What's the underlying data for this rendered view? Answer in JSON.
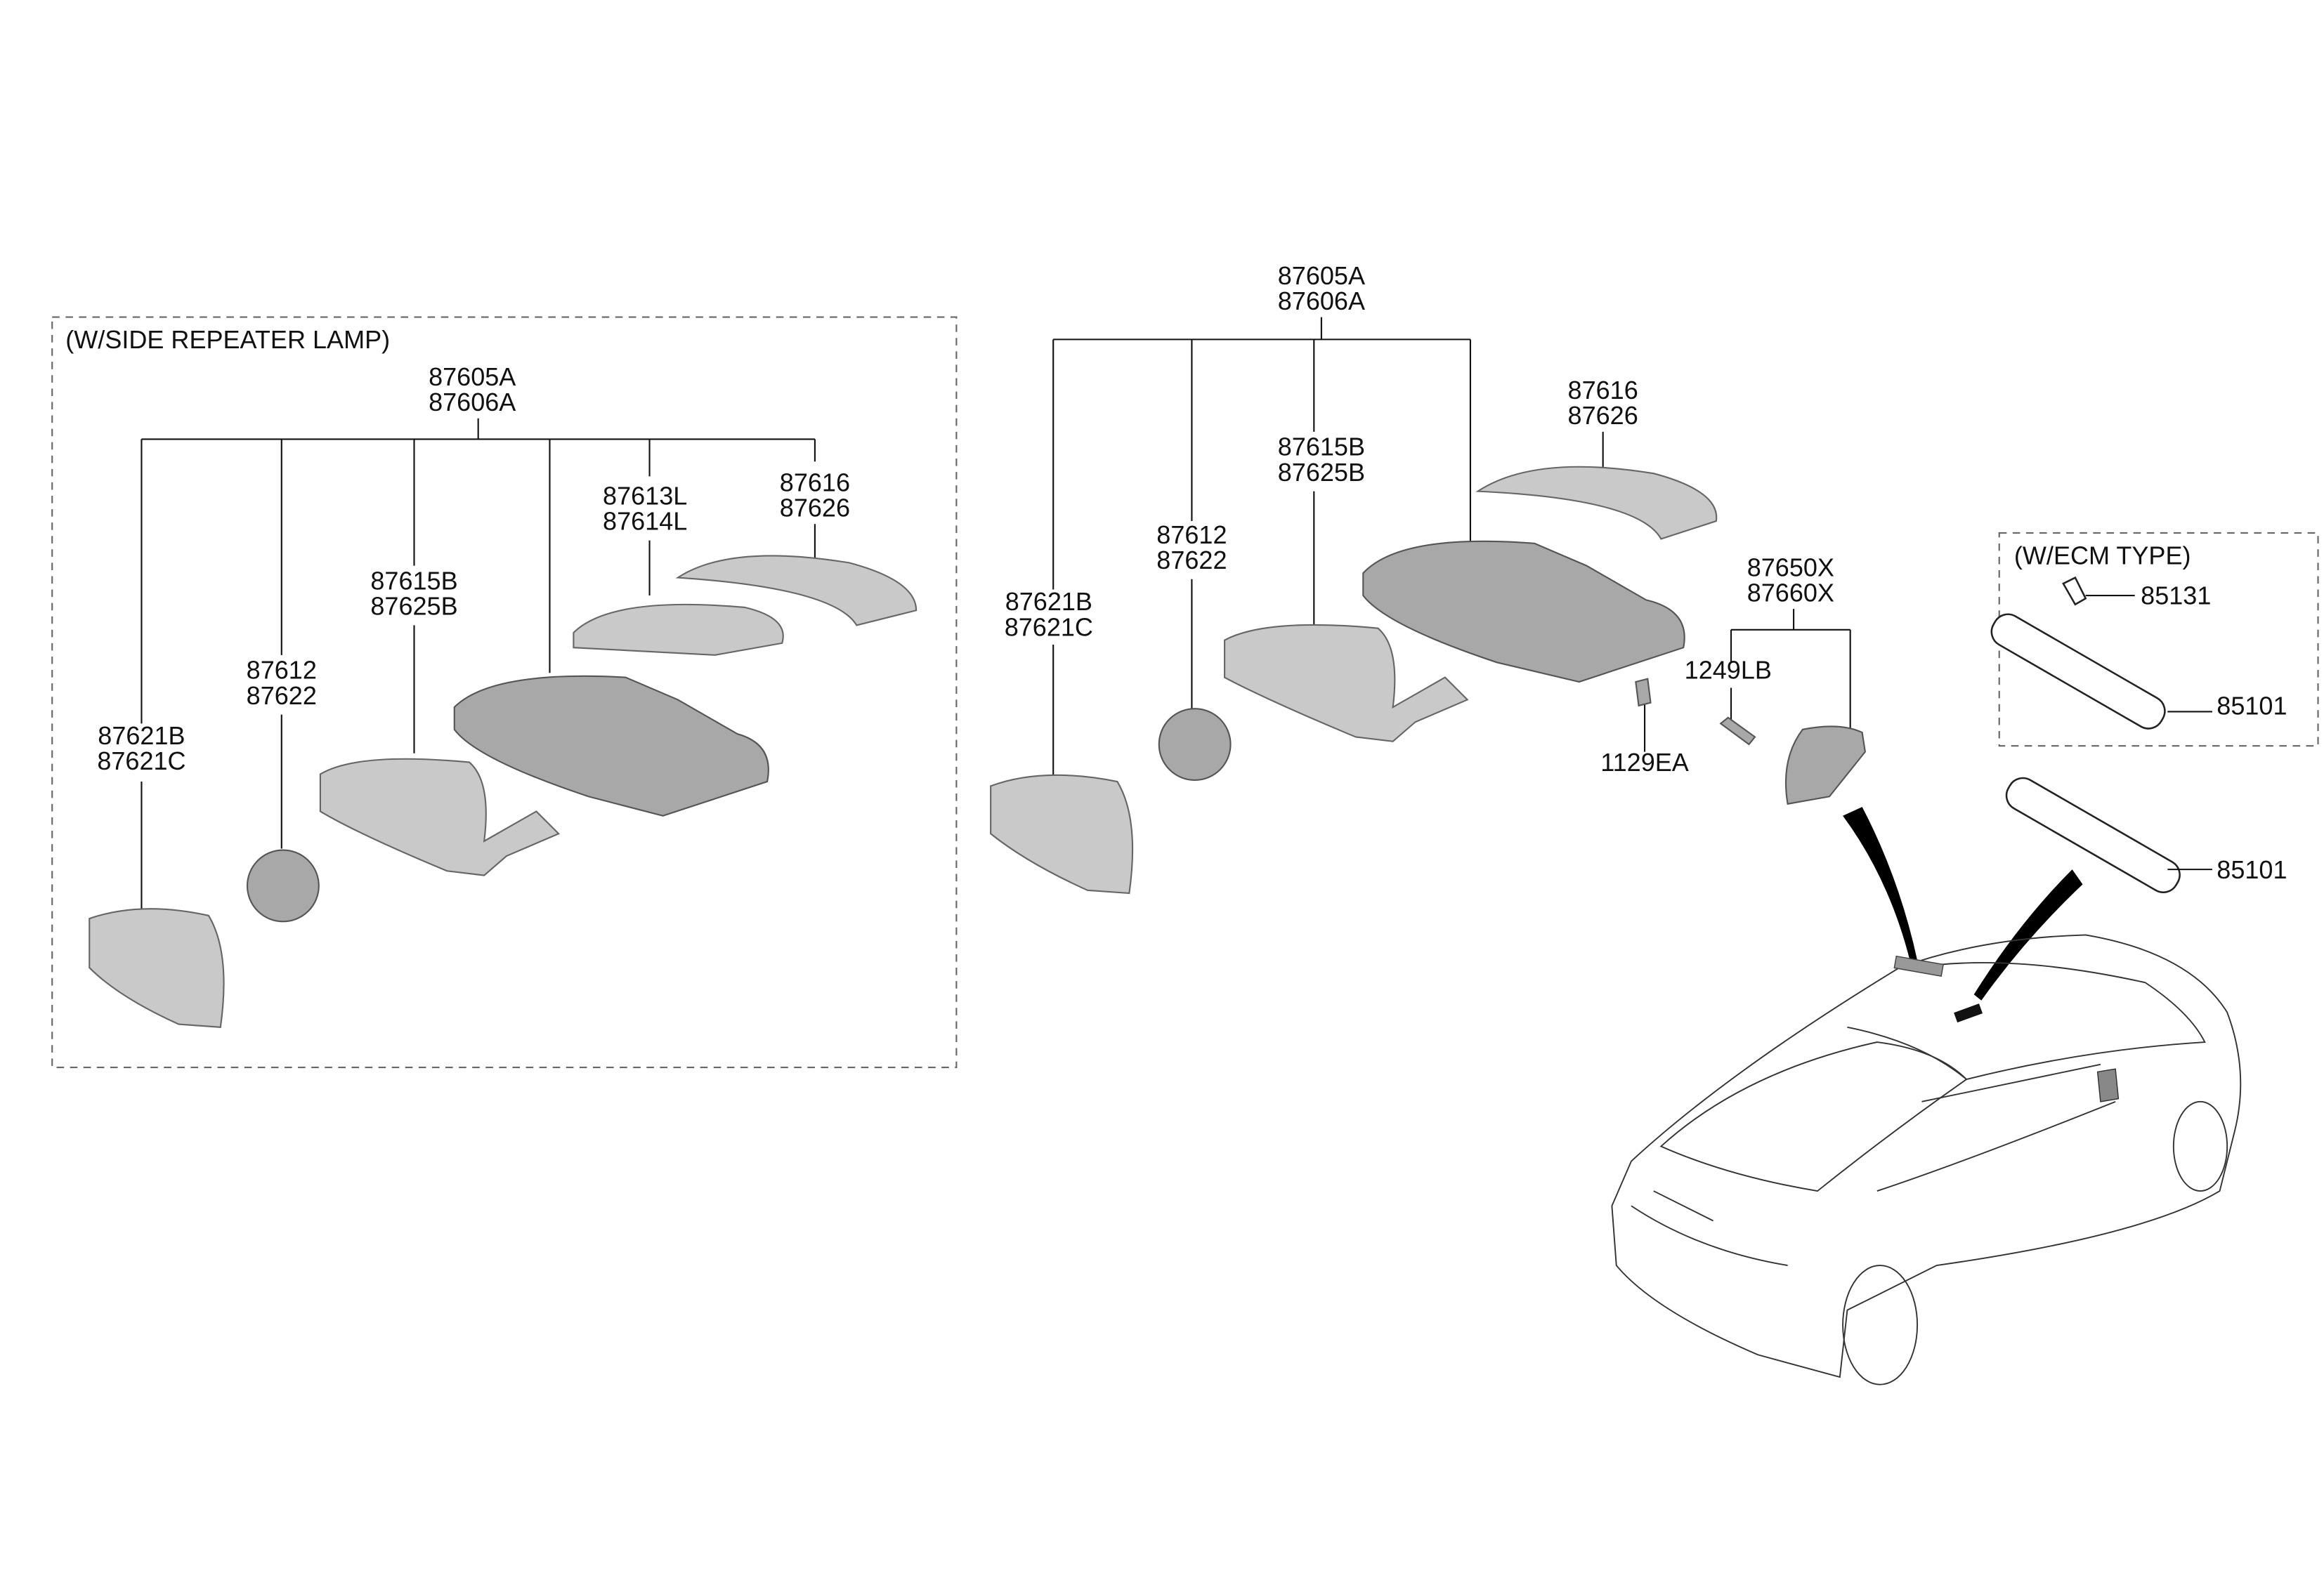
{
  "left_group": {
    "title": "(W/SIDE REPEATER LAMP)",
    "assembly": [
      "87605A",
      "87606A"
    ],
    "parts": {
      "glass": [
        "87621B",
        "87621C"
      ],
      "actuator": [
        "87612",
        "87622"
      ],
      "housing_frame": [
        "87615B",
        "87625B"
      ],
      "repeater_lamp": [
        "87613L",
        "87614L"
      ],
      "cover": [
        "87616",
        "87626"
      ]
    }
  },
  "right_group": {
    "assembly": [
      "87605A",
      "87606A"
    ],
    "parts": {
      "glass": [
        "87621B",
        "87621C"
      ],
      "actuator": [
        "87612",
        "87622"
      ],
      "housing_frame": [
        "87615B",
        "87625B"
      ],
      "cover": [
        "87616",
        "87626"
      ]
    },
    "garnish": [
      "87650X",
      "87660X"
    ],
    "screw": "1249LB",
    "bolt": "1129EA"
  },
  "ecm_group": {
    "title": "(W/ECM TYPE)",
    "cover": "85131",
    "mirror": "85101"
  },
  "inside_mirror": "85101"
}
